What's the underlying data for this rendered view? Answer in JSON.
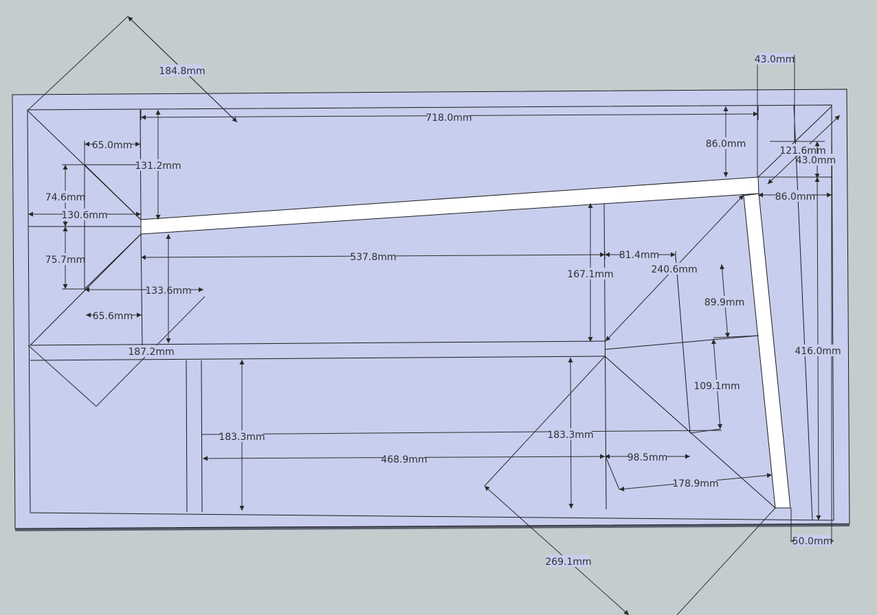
{
  "colors": {
    "background": "#c4cdce",
    "panel": "#c8ceee",
    "board_gap": "#ffffff",
    "edge": "#5a5f6e",
    "line": "#1a1a1a"
  },
  "dimensions": [
    {
      "id": "d1",
      "text": "184.8mm"
    },
    {
      "id": "d2",
      "text": "718.0mm"
    },
    {
      "id": "d3",
      "text": "43.0mm"
    },
    {
      "id": "d4",
      "text": "86.0mm"
    },
    {
      "id": "d5",
      "text": "121.6mm"
    },
    {
      "id": "d6",
      "text": "43.0mm"
    },
    {
      "id": "d7",
      "text": "65.0mm"
    },
    {
      "id": "d8",
      "text": "131.2mm"
    },
    {
      "id": "d9",
      "text": "74.6mm"
    },
    {
      "id": "d10",
      "text": "130.6mm"
    },
    {
      "id": "d11",
      "text": "86.0mm"
    },
    {
      "id": "d12",
      "text": "537.8mm"
    },
    {
      "id": "d13",
      "text": "81.4mm"
    },
    {
      "id": "d14",
      "text": "167.1mm"
    },
    {
      "id": "d15",
      "text": "240.6mm"
    },
    {
      "id": "d16",
      "text": "75.7mm"
    },
    {
      "id": "d17",
      "text": "133.6mm"
    },
    {
      "id": "d18",
      "text": "89.9mm"
    },
    {
      "id": "d19",
      "text": "65.6mm"
    },
    {
      "id": "d20",
      "text": "416.0mm"
    },
    {
      "id": "d21",
      "text": "187.2mm"
    },
    {
      "id": "d22",
      "text": "109.1mm"
    },
    {
      "id": "d23",
      "text": "183.3mm"
    },
    {
      "id": "d24",
      "text": "183.3mm"
    },
    {
      "id": "d25",
      "text": "468.9mm"
    },
    {
      "id": "d26",
      "text": "98.5mm"
    },
    {
      "id": "d27",
      "text": "178.9mm"
    },
    {
      "id": "d28",
      "text": "50.0mm"
    },
    {
      "id": "d29",
      "text": "269.1mm"
    }
  ]
}
